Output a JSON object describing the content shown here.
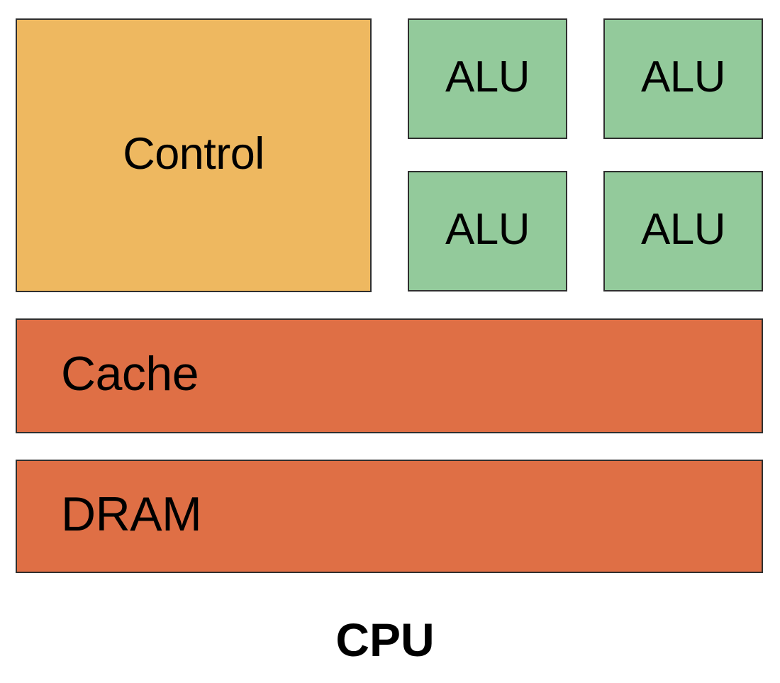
{
  "diagram": {
    "caption": "CPU",
    "blocks": {
      "control": {
        "label": "Control",
        "color": "#eeb860",
        "role": "control-unit"
      },
      "alus": [
        {
          "label": "ALU",
          "color": "#93ca9b",
          "row": 0,
          "col": 0
        },
        {
          "label": "ALU",
          "color": "#93ca9b",
          "row": 0,
          "col": 1
        },
        {
          "label": "ALU",
          "color": "#93ca9b",
          "row": 1,
          "col": 0
        },
        {
          "label": "ALU",
          "color": "#93ca9b",
          "row": 1,
          "col": 1
        }
      ],
      "memory_bars": [
        {
          "label": "Cache",
          "color": "#df6f45",
          "role": "cache"
        },
        {
          "label": "DRAM",
          "color": "#df6f45",
          "role": "dram"
        }
      ]
    },
    "palette": {
      "control_fill": "#eeb860",
      "alu_fill": "#93ca9b",
      "memory_fill": "#df6f45",
      "border": "#2f2f2f",
      "text": "#000000",
      "background": "#ffffff"
    }
  }
}
